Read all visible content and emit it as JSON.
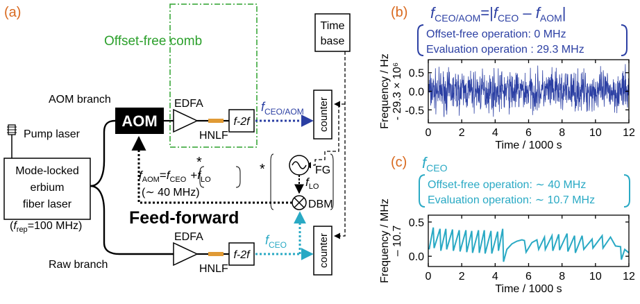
{
  "panel_labels": {
    "a": "(a)",
    "b": "(b)",
    "c": "(c)"
  },
  "colors": {
    "panel_label": "#d9691e",
    "offset_free": "#2ca02c",
    "blue": "#2b3fa3",
    "cyan": "#29a9c4",
    "hnlf": "#e09a35",
    "black": "#000000"
  },
  "diagram": {
    "offset_free_title": "Offset-free comb",
    "time_base": [
      "Time",
      "base"
    ],
    "counter": "counter",
    "aom_branch": "AOM branch",
    "raw_branch": "Raw branch",
    "aom": "AOM",
    "edfa": "EDFA",
    "hnlf": "HNLF",
    "f2f": "f-2f",
    "pump_laser": "Pump laser",
    "mode_locked": [
      "Mode-locked",
      "erbium",
      "fiber laser"
    ],
    "frep": {
      "f": "f",
      "sub": "rep",
      "rest": "=100 MHz)"
    },
    "fceo_aom": {
      "f": "f",
      "sub": "CEO/AOM"
    },
    "fceo": {
      "f": "f",
      "sub": "CEO"
    },
    "faom_eq": {
      "f1": "f",
      "s1": "AOM",
      "eq": "=",
      "f2": "f",
      "s2": "CEO",
      "plus": "+",
      "f3": "f",
      "s3": "LO"
    },
    "approx_40": "(∼ 40 MHz)",
    "asterisk": "*",
    "fg": "FG",
    "flo": {
      "f": "f",
      "sub": "LO"
    },
    "dbm": "DBM",
    "feed_forward": "Feed-forward"
  },
  "panel_b": {
    "title": {
      "f1": "f",
      "s1": "CEO/AOM",
      "mid": "=|",
      "f2": "f",
      "s2": "CEO",
      "minus": " – ",
      "f3": "f",
      "s3": "AOM",
      "end": "|"
    },
    "box": [
      "Offset-free operation: 0 MHz",
      "Evaluation operation : 29.3 MHz"
    ]
  },
  "panel_c": {
    "title": {
      "f": "f",
      "sub": "CEO"
    },
    "box": [
      "Offset-free operation: ∼ 40 MHz",
      "Evaluation operation: ∼ 10.7 MHz"
    ]
  },
  "chart_data": [
    {
      "type": "line",
      "panel": "b",
      "xlabel": "Time / 1000 s",
      "ylabel": [
        "Frequency / Hz",
        "- 29.3 × 10⁶"
      ],
      "xlim": [
        0,
        12
      ],
      "ylim": [
        -0.85,
        0.85
      ],
      "xticks": [
        "0",
        "2",
        "4",
        "6",
        "8",
        "10",
        "12"
      ],
      "yticks": [
        "0.5",
        "0.0",
        "-0.5"
      ],
      "ytick_values": [
        0.5,
        0.0,
        -0.5
      ],
      "series": [
        {
          "color": "#2b3fa3",
          "style": "dense noise",
          "amplitude_min": -0.8,
          "amplitude_max": 0.8,
          "mean": 0.0
        }
      ]
    },
    {
      "type": "line",
      "panel": "c",
      "xlabel": "Time / 1000 s",
      "ylabel": [
        "Frequency / MHz",
        "– 10.7"
      ],
      "xlim": [
        0,
        12
      ],
      "ylim": [
        -0.15,
        0.6
      ],
      "xticks": [
        "0",
        "2",
        "4",
        "6",
        "8",
        "10",
        "12"
      ],
      "yticks": [
        "0.5",
        "0.0"
      ],
      "ytick_values": [
        0.5,
        0.0
      ],
      "series": [
        {
          "color": "#29a9c4",
          "style": "sawtooth",
          "points": [
            [
              0.05,
              0.1
            ],
            [
              0.3,
              0.42
            ],
            [
              0.35,
              0.12
            ],
            [
              0.7,
              0.4
            ],
            [
              0.75,
              0.08
            ],
            [
              1.05,
              0.4
            ],
            [
              1.1,
              0.1
            ],
            [
              1.45,
              0.39
            ],
            [
              1.5,
              0.08
            ],
            [
              1.85,
              0.38
            ],
            [
              1.9,
              0.07
            ],
            [
              2.25,
              0.38
            ],
            [
              2.3,
              0.06
            ],
            [
              2.6,
              0.37
            ],
            [
              2.65,
              0.05
            ],
            [
              3.0,
              0.38
            ],
            [
              3.05,
              0.05
            ],
            [
              3.35,
              0.38
            ],
            [
              3.4,
              0.04
            ],
            [
              3.75,
              0.37
            ],
            [
              3.8,
              0.04
            ],
            [
              4.15,
              0.36
            ],
            [
              4.2,
              0.08
            ],
            [
              4.45,
              0.4
            ],
            [
              4.5,
              -0.08
            ],
            [
              4.7,
              0.1
            ],
            [
              5.0,
              0.18
            ],
            [
              5.3,
              0.22
            ],
            [
              5.6,
              0.24
            ],
            [
              5.75,
              0.23
            ],
            [
              5.85,
              0.06
            ],
            [
              6.2,
              0.2
            ],
            [
              6.5,
              0.24
            ],
            [
              6.6,
              0.1
            ],
            [
              6.95,
              0.28
            ],
            [
              7.0,
              0.1
            ],
            [
              7.4,
              0.3
            ],
            [
              7.45,
              0.08
            ],
            [
              7.8,
              0.32
            ],
            [
              7.85,
              0.09
            ],
            [
              8.3,
              0.33
            ],
            [
              8.35,
              0.07
            ],
            [
              8.75,
              0.3
            ],
            [
              8.8,
              0.05
            ],
            [
              9.2,
              0.3
            ],
            [
              9.3,
              0.1
            ],
            [
              9.8,
              0.25
            ],
            [
              9.85,
              0.12
            ],
            [
              10.4,
              0.3
            ],
            [
              10.45,
              0.12
            ],
            [
              10.9,
              0.28
            ],
            [
              11.2,
              0.15
            ],
            [
              11.5,
              0.14
            ],
            [
              11.55,
              -0.05
            ],
            [
              11.75,
              0.1
            ],
            [
              12.0,
              0.05
            ]
          ]
        }
      ]
    }
  ]
}
